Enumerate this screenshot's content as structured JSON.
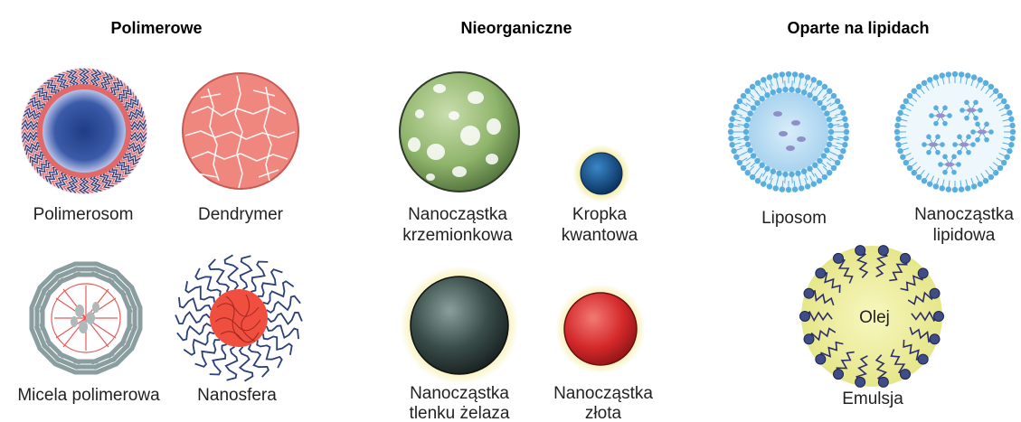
{
  "groups": {
    "polymeric": {
      "title": "Polimerowe",
      "items": {
        "polymersome": "Polimerosom",
        "dendrimer": "Dendrymer",
        "polymer_micelle": "Micela polimerowa",
        "nanosphere": "Nanosfera"
      }
    },
    "inorganic": {
      "title": "Nieorganiczne",
      "items": {
        "silica_1": "Nanocząstka",
        "silica_2": "krzemionkowa",
        "quantum_dot_1": "Kropka",
        "quantum_dot_2": "kwantowa",
        "iron_oxide_1": "Nanocząstka",
        "iron_oxide_2": "tlenku żelaza",
        "gold_1": "Nanocząstka",
        "gold_2": "złota"
      }
    },
    "lipid": {
      "title": "Oparte na lipidach",
      "items": {
        "liposome": "Liposom",
        "lipid_np_1": "Nanocząstka",
        "lipid_np_2": "lipidowa",
        "emulsion": "Emulsja",
        "oil": "Olej"
      }
    }
  },
  "colors": {
    "polymer_core": "#1f3d85",
    "polymer_shell_red": "#e06a6a",
    "polymer_chain_blue": "#2b3f78",
    "dendrimer_fill": "#f0877f",
    "micelle_rod": "#8a9ea0",
    "nanosphere_core": "#f04e3e",
    "silica_green": "#8fb46b",
    "quantum_dot_blue": "#0d4b8c",
    "iron_oxide": "#3a4d4a",
    "gold_red": "#d4282a",
    "glow_yellow": "#f3eb9a",
    "lipid_blue": "#5aaede",
    "lipid_core": "#cfe8f7",
    "emulsion_oil": "#ecec9a",
    "emulsion_head": "#3f4c86"
  }
}
